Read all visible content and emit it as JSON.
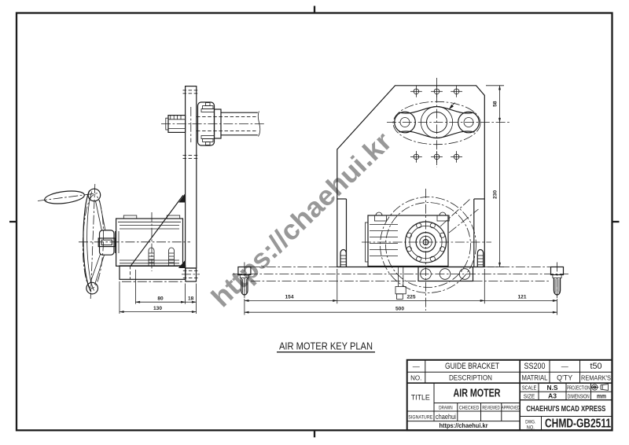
{
  "sheet": {
    "caption": "AIR MOTER KEY PLAN",
    "watermark": "https://chaehui.kr",
    "colors": {
      "line": "#1c1c1c",
      "watermark": "#9c9c9c",
      "background": "#ffffff"
    }
  },
  "dims": {
    "side_view": {
      "w1": "80",
      "w2": "18",
      "total": "130"
    },
    "front_view": {
      "b1": "154",
      "b2": "225",
      "b3": "121",
      "total": "500",
      "r1": "58",
      "r2": "230"
    }
  },
  "title_block": {
    "item_no": "—",
    "part_name": "GUIDE BRACKET",
    "material_value": "SS200",
    "qty_value": "—",
    "remark_value": "t50",
    "no_label": "NO.",
    "description_label": "DESCRIPTION",
    "material_label": "MATRIAL",
    "qty_label": "Q'TY",
    "remarks_label": "REMARK'S",
    "title_label": "TITLE",
    "title_value": "AIR MOTER",
    "scale_label": "SCALE",
    "scale_value": "N.S",
    "projection_label": "PROJECTION",
    "size_label": "SIZE",
    "size_value": "A3",
    "dimension_label": "DIMENSION",
    "dimension_value": "mm",
    "drawn_label": "DRAWN",
    "checked_label": "CHECKED",
    "reviewed_label": "REVIEWED",
    "approved_label": "APPROVED",
    "signature_label": "SIGNATURE",
    "signature_value": "chaehui",
    "url": "https://chaehui.kr",
    "company": "CHAEHUI'S MCAD XPRESS",
    "dwg_label_line1": "DWG.",
    "dwg_label_line2": "NO.",
    "dwg_no": "CHMD-GB2511"
  }
}
